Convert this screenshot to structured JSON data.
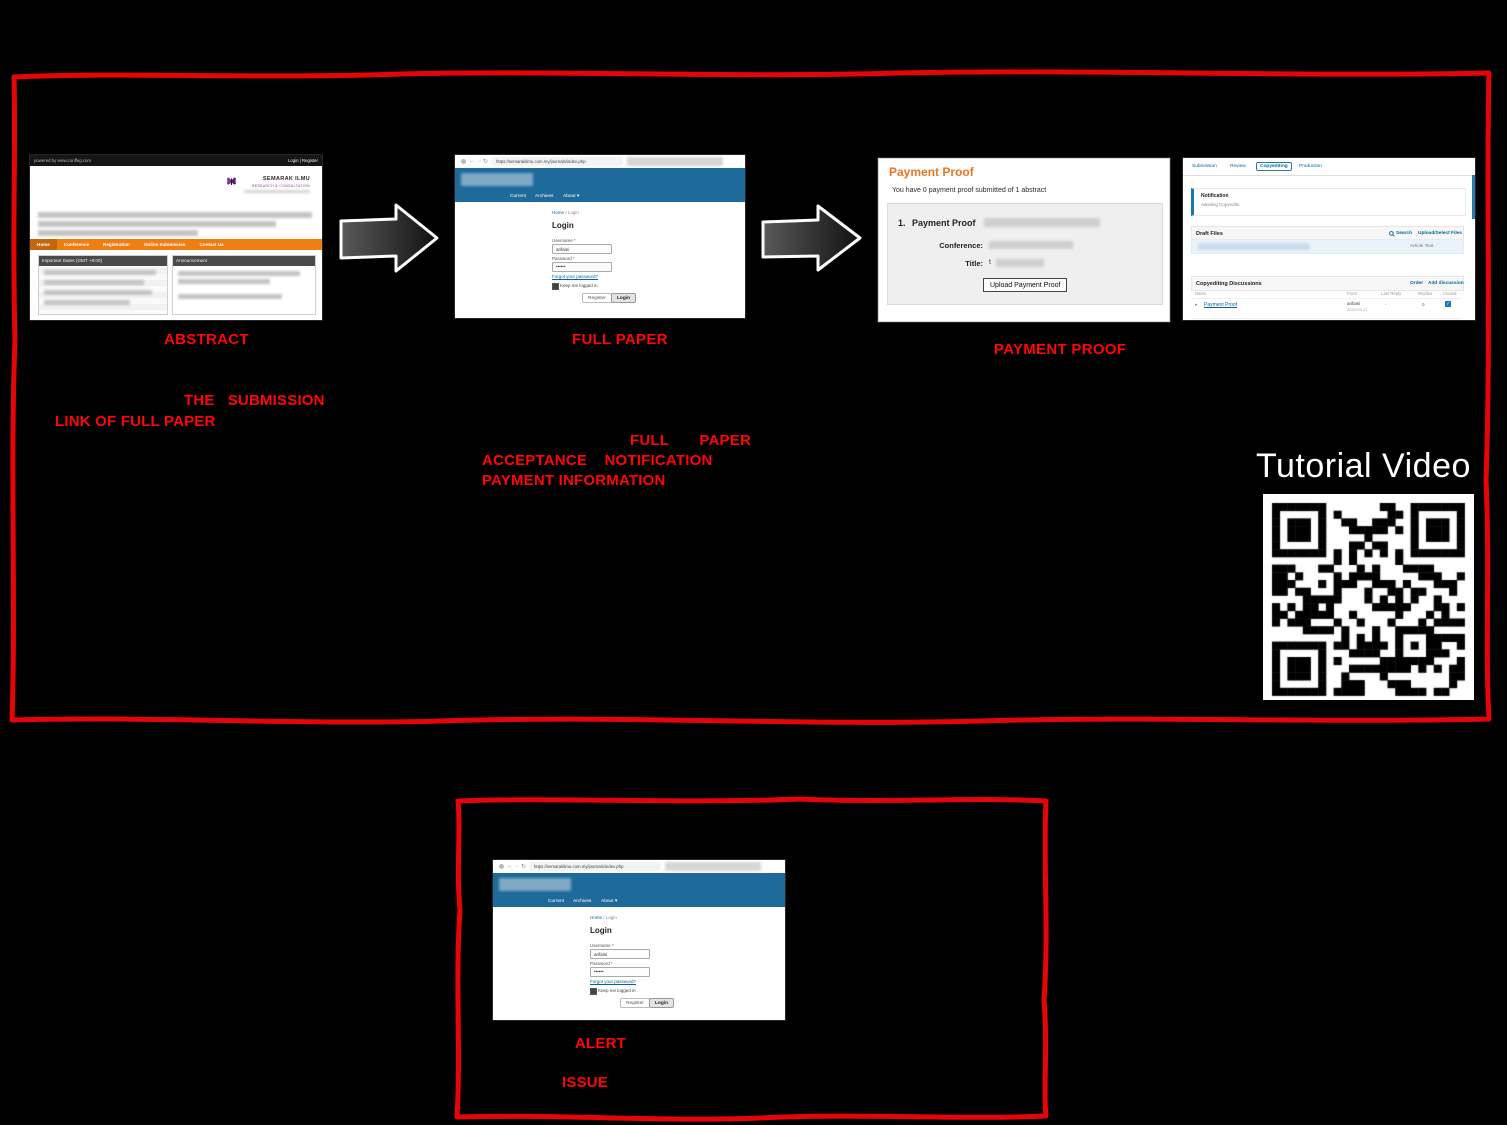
{
  "page": {
    "background": "#000000",
    "accent_red": "#e60505",
    "tutorial_title": "Tutorial Video"
  },
  "flow_labels": {
    "abstract": "ABSTRACT",
    "full_paper": "FULL PAPER",
    "payment_proof": "PAYMENT PROOF"
  },
  "annotations": {
    "the_submission": "THE   SUBMISSION",
    "link_of_full_paper": "LINK OF FULL PAPER",
    "full_paper_gap": "FULL       PAPER",
    "acceptance_notification": "ACCEPTANCE    NOTIFICATION",
    "payment_information": "PAYMENT INFORMATION",
    "alert": "ALERT",
    "issue": "ISSUE"
  },
  "icons": {
    "back": "←",
    "forward": "→",
    "refresh": "↻",
    "dropdown": "▾",
    "expand": "▸",
    "check": "✓"
  },
  "conference_site": {
    "powered_by": "powered by www.conffeg.com",
    "auth_links": "Login | Register",
    "brand_name": "SEMARAK ILMU",
    "brand_sub": "RESEARCH & CONSULTATION",
    "nav": [
      "Home",
      "Conference",
      "Registration",
      "Online Submission",
      "Contact Us"
    ],
    "left_panel_title": "Important Dates (GMT +8:00)",
    "right_panel_title": "Announcement"
  },
  "ojs_login": {
    "url": "https://semarakilmu.com.my/journals/index.php",
    "nav_current": "Current",
    "nav_archives": "Archives",
    "nav_about": "About",
    "breadcrumb_home": "Home",
    "breadcrumb_rest": "/ Login",
    "heading": "Login",
    "username_label": "Username *",
    "username_value": "arifaini",
    "password_label": "Password *",
    "password_value": "••••••",
    "forgot_password": "Forgot your password?",
    "keep_logged_in": "Keep me logged in",
    "register_button": "Register",
    "login_button": "Login"
  },
  "payment_page": {
    "heading": "Payment Proof",
    "subheading": "You have 0 payment proof submitted of 1 abstract",
    "item_number": "1.",
    "item_title": "Payment Proof",
    "conference_label": "Conference:",
    "title_label": "Title:",
    "title_value": "t",
    "upload_button": "Upload Payment Proof"
  },
  "workflow_page": {
    "tabs": [
      "Submission",
      "Review",
      "Copyediting",
      "Production"
    ],
    "notification_title": "Notification",
    "notification_text": "Awaiting Copyedits.",
    "draft_files_title": "Draft Files",
    "search_label": "Search",
    "upload_select_label": "Upload/Select Files",
    "file_type_label": "Article Text",
    "discussions_title": "Copyediting Discussions",
    "order_label": "Order",
    "add_discussion_label": "Add discussion",
    "columns": [
      "Name",
      "From",
      "Last Reply",
      "Replies",
      "Closed"
    ],
    "row_name": "Payment Proof",
    "row_from_user": "arifaini",
    "row_from_date": "2024-03-17",
    "row_last_reply": "-",
    "row_replies": "0"
  }
}
